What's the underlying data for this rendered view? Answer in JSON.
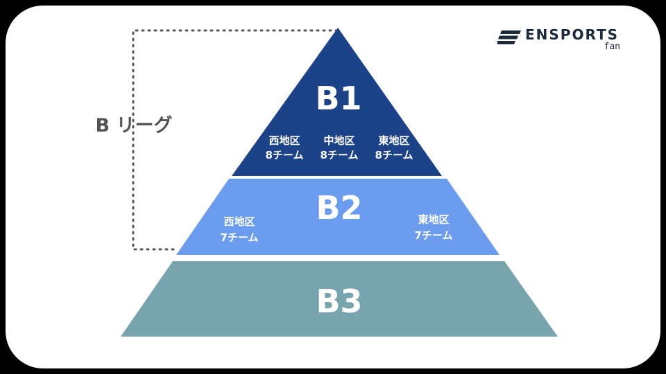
{
  "league": {
    "label": "B リーグ"
  },
  "tiers": {
    "b1": {
      "label": "B1",
      "color": "#1c4288",
      "divisions": [
        {
          "name": "西地区",
          "teams": "8チーム"
        },
        {
          "name": "中地区",
          "teams": "8チーム"
        },
        {
          "name": "東地区",
          "teams": "8チーム"
        }
      ]
    },
    "b2": {
      "label": "B2",
      "color": "#6b9ced",
      "divisions": [
        {
          "name": "西地区",
          "teams": "7チーム"
        },
        {
          "name": "東地区",
          "teams": "7チーム"
        }
      ]
    },
    "b3": {
      "label": "B3",
      "color": "#78a4ad"
    }
  },
  "logo": {
    "word": "ENSPORTS",
    "sub": "fan",
    "color": "#1b2a3a"
  }
}
